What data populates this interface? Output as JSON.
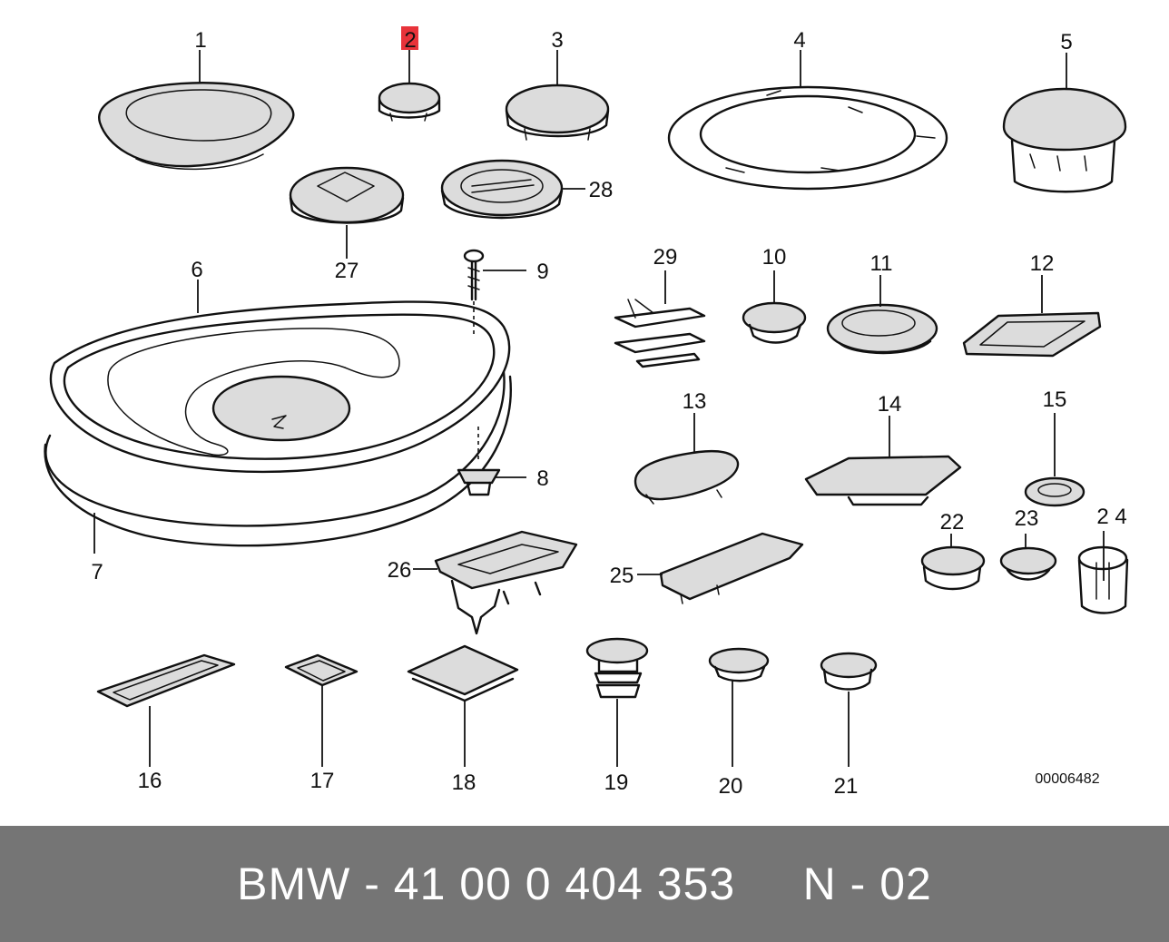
{
  "diagram": {
    "callouts": [
      {
        "id": "1",
        "label": "1"
      },
      {
        "id": "2",
        "label": "2",
        "highlight": true
      },
      {
        "id": "3",
        "label": "3"
      },
      {
        "id": "4",
        "label": "4"
      },
      {
        "id": "5",
        "label": "5"
      },
      {
        "id": "6",
        "label": "6"
      },
      {
        "id": "7",
        "label": "7"
      },
      {
        "id": "8",
        "label": "8"
      },
      {
        "id": "9",
        "label": "9"
      },
      {
        "id": "10",
        "label": "10"
      },
      {
        "id": "11",
        "label": "11"
      },
      {
        "id": "12",
        "label": "12"
      },
      {
        "id": "13",
        "label": "13"
      },
      {
        "id": "14",
        "label": "14"
      },
      {
        "id": "15",
        "label": "15"
      },
      {
        "id": "16",
        "label": "16"
      },
      {
        "id": "17",
        "label": "17"
      },
      {
        "id": "18",
        "label": "18"
      },
      {
        "id": "19",
        "label": "19"
      },
      {
        "id": "20",
        "label": "20"
      },
      {
        "id": "21",
        "label": "21"
      },
      {
        "id": "22",
        "label": "22"
      },
      {
        "id": "23",
        "label": "23"
      },
      {
        "id": "24",
        "label": "2 4"
      },
      {
        "id": "25",
        "label": "25"
      },
      {
        "id": "26",
        "label": "26"
      },
      {
        "id": "27",
        "label": "27"
      },
      {
        "id": "28",
        "label": "28"
      },
      {
        "id": "29",
        "label": "29"
      }
    ],
    "drawing_number": "00006482",
    "highlight_color": "#e8333a"
  },
  "footer": {
    "text": "BMW - 41 00 0 404 353     N - 02",
    "background": "#757575",
    "text_color": "#ffffff"
  }
}
